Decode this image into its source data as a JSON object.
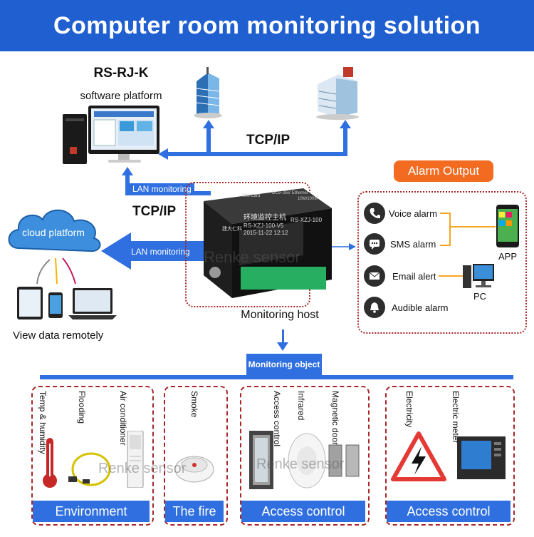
{
  "header": {
    "title": "Computer room monitoring solution"
  },
  "software": {
    "name": "RS-RJ-K",
    "subtitle": "software platform"
  },
  "network": {
    "tcp_top": "TCP/IP",
    "tcp_mid": "TCP/IP",
    "lan_top": "LAN monitoring",
    "lan_left": "LAN monitoring"
  },
  "cloud": {
    "label": "cloud platform",
    "view_remote": "View data remotely"
  },
  "host": {
    "label": "Monitoring host",
    "watermark": "Renke sensor",
    "screen_title": "环境监控主机",
    "screen_line1": "RS-XZJ-100-V5",
    "screen_line2": "2015-11-22   12:12",
    "model": "RS-XZJ-100",
    "brand": "建大仁科",
    "port_label": "DC9~35V Ethernet",
    "port_sub": "10M/100M",
    "sd_label": "SIM Card"
  },
  "alarm": {
    "title": "Alarm Output",
    "items": [
      "Voice alarm",
      "SMS alarm",
      "Email alert",
      "Audible alarm"
    ],
    "app_label": "APP",
    "pc_label": "PC"
  },
  "monitoring_object": "Monitoring object",
  "categories": [
    {
      "name": "Environment",
      "items": [
        "Temp & humidity",
        "Flooding",
        "Air conditioner"
      ]
    },
    {
      "name": "The fire",
      "items": [
        "Smoke"
      ]
    },
    {
      "name": "Access control",
      "items": [
        "Access control",
        "Infrared",
        "Magnetic door"
      ]
    },
    {
      "name": "Access control",
      "items": [
        "Electricity",
        "Electric meter"
      ]
    }
  ],
  "watermarks": {
    "bottom_left": "Renke sensor",
    "bottom_right": "Renke sensor"
  },
  "colors": {
    "header_blue": "#1f5fd0",
    "arrow_blue": "#2f6fe0",
    "alarm_orange": "#f26b21",
    "dotted_red": "#a8262a"
  }
}
